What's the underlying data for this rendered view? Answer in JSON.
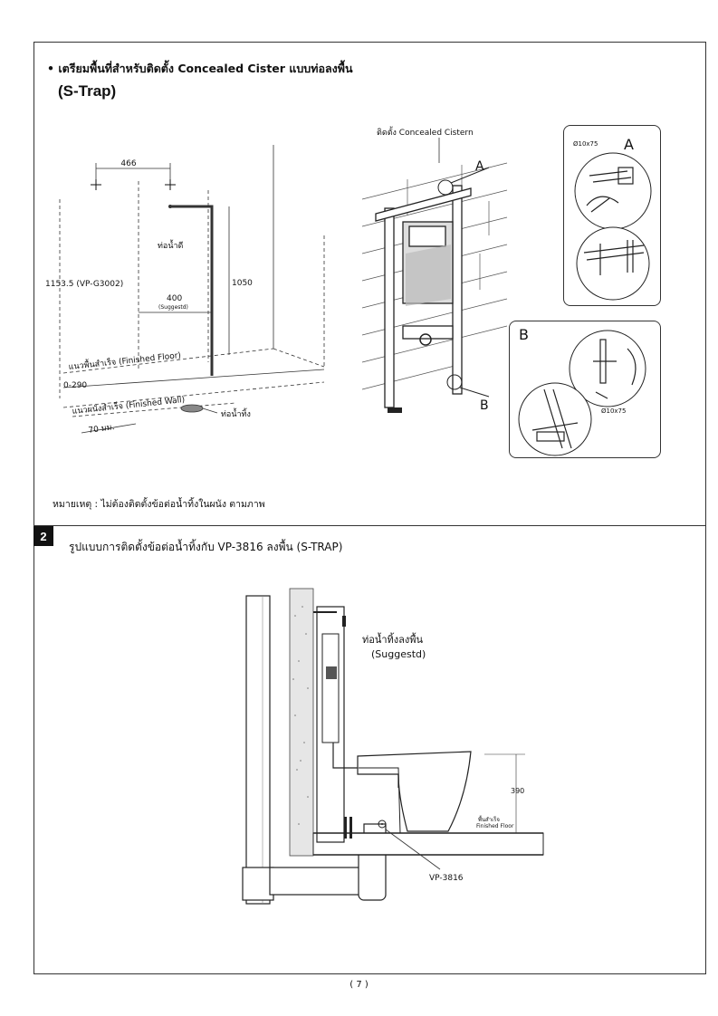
{
  "section1": {
    "heading": "• เตรียมพื้นที่สำหรับติดตั้ง Concealed Cister แบบท่อลงพื้น",
    "subheading": "(S-Trap)",
    "note": "หมายเหตุ : ไม่ต้องติดตั้งข้อต่อน้ำทิ้งในผนัง ตามภาพ",
    "left_diagram": {
      "dim_width": "466",
      "dim_height": "1153.5 (VP-G3002)",
      "dim_1050": "1050",
      "dim_400": "400",
      "dim_400_note": "(Suggestd)",
      "water_supply_pipe": "ท่อน้ำดี",
      "finished_floor": "แนวพื้นสำเร็จ (Finished Floor)",
      "range_label": "0-290",
      "finished_wall": "แนวผนังสำเร็จ (Finished Wall)",
      "dim_70": "70 มม.",
      "drain_pipe": "ท่อน้ำทิ้ง"
    },
    "right_diagram": {
      "install_label": "ติดตั้ง Concealed Cistern",
      "callout_a": "A",
      "callout_b": "B",
      "detail_a_title": "A",
      "detail_a_bolt": "Ø10x75",
      "detail_b_title": "B",
      "detail_b_bolt": "Ø10x75"
    }
  },
  "section2": {
    "number": "2",
    "title": "รูปแบบการติดตั้งข้อต่อน้ำทิ้งกับ VP-3816 ลงพื้น (S-TRAP)",
    "drain_label": "ท่อน้ำทิ้งลงพื้น",
    "drain_note": "(Suggestd)",
    "dim_390": "390",
    "floor_label_th": "พื้นสำเร็จ",
    "floor_label_en": "Finished Floor",
    "part_label": "VP-3816"
  },
  "page_number": "( 7 )"
}
